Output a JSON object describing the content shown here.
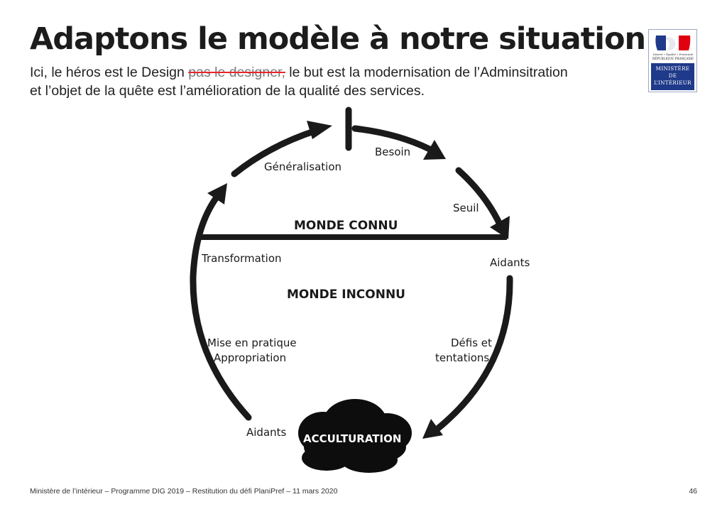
{
  "slide": {
    "title": "Adaptons le modèle à notre situation",
    "subtitle": {
      "part1": "Ici, le héros est le Design ",
      "struck": "pas le designer,",
      "part2": " le but est la modernisation de l’Adminsitration",
      "line2": "et l’objet de la quête est l’amélioration de la qualité des services."
    },
    "logo": {
      "motto": "Liberté • Égalité • Fraternité",
      "republic": "RÉPUBLIQUE FRANÇAISE",
      "line1": "MINISTÈRE",
      "line2": "DE",
      "line3": "L’INTÉRIEUR",
      "colors": {
        "blue": "#1f3a8a",
        "white": "#ffffff",
        "red": "#e1000f"
      }
    },
    "footer": "Ministère de l’intérieur  –  Programme DIG 2019  –  Restitution du défi PlaniPref  –  11 mars 2020",
    "page_number": "46"
  },
  "diagram": {
    "labels": {
      "besoin": "Besoin",
      "generalisation": "Généralisation",
      "seuil": "Seuil",
      "monde_connu": "MONDE CONNU",
      "transformation": "Transformation",
      "aidants_right": "Aidants",
      "monde_inconnu": "MONDE INCONNU",
      "mise_en_pratique": "Mise en pratique",
      "appropriation": "Appropriation",
      "defis_et": "Défis et",
      "tentations": "tentations",
      "aidants_bottom": "Aidants",
      "acculturation": "ACCULTURATION"
    },
    "colors": {
      "stroke": "#1a1a1a",
      "cloud": "#0d0d0d",
      "cloud_text": "#ffffff"
    }
  }
}
